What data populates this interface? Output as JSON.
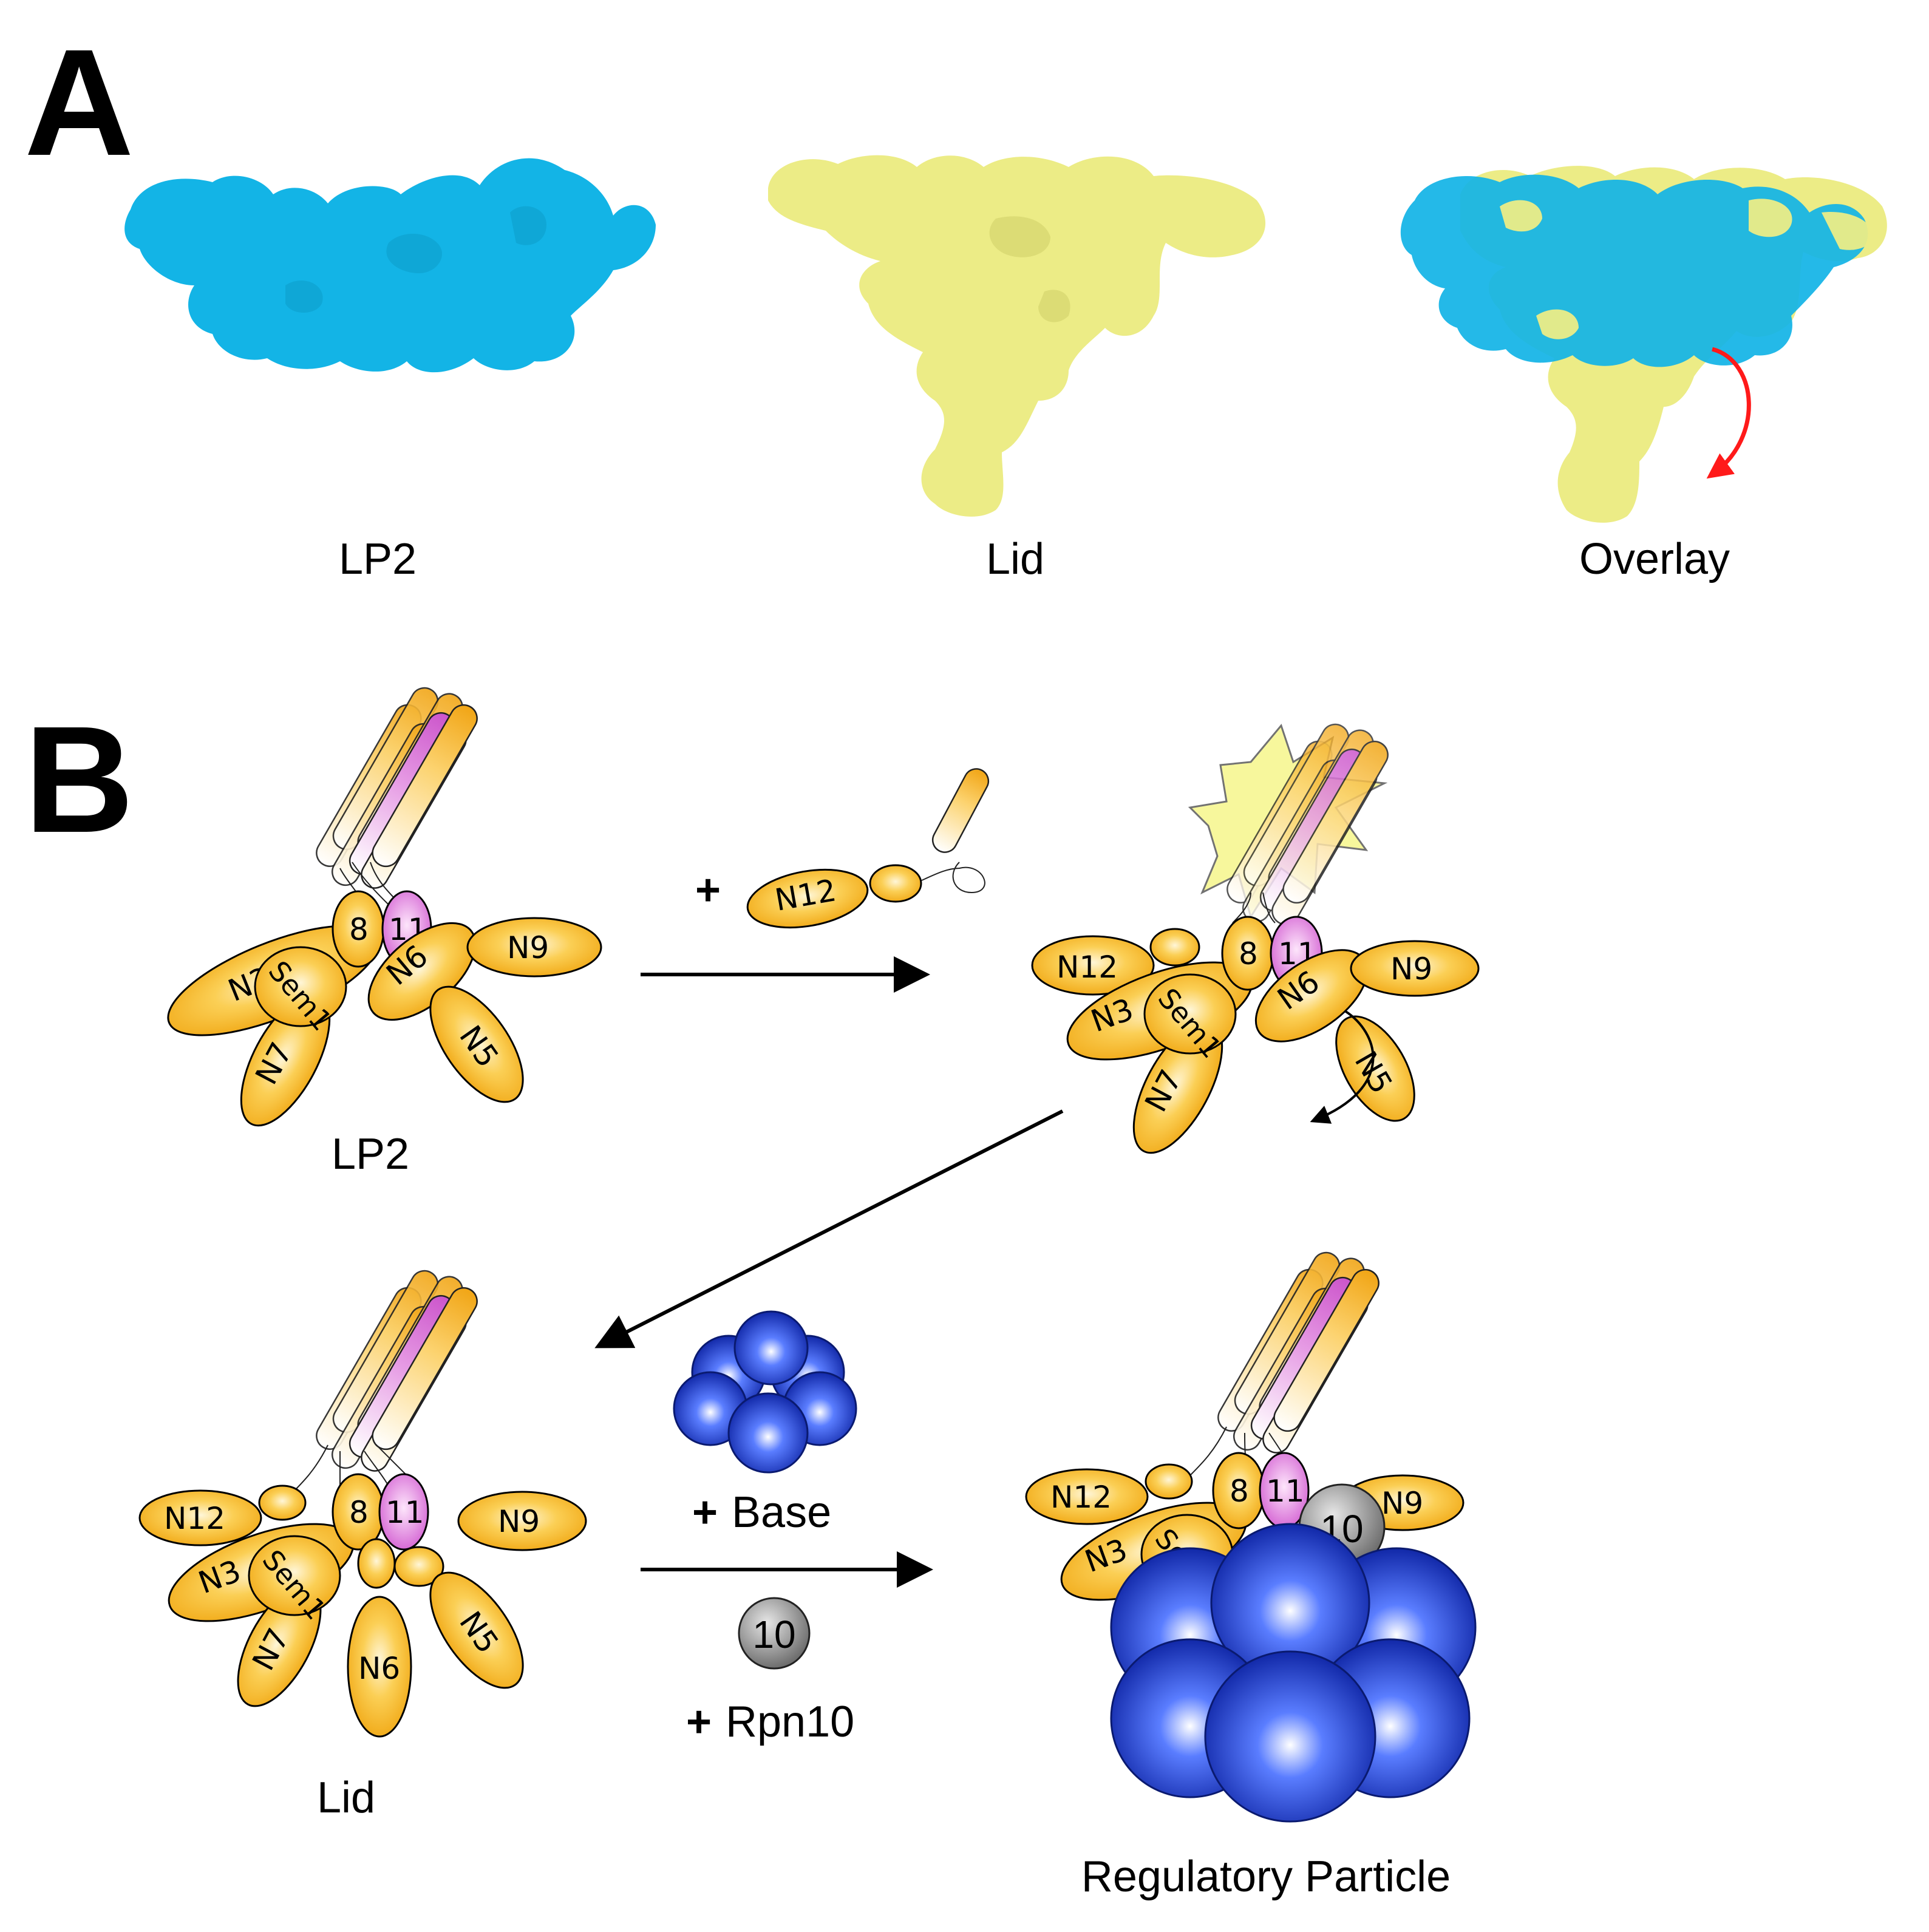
{
  "panels": {
    "A": {
      "letter": "A",
      "captions": [
        "LP2",
        "Lid",
        "Overlay"
      ]
    },
    "B": {
      "letter": "B",
      "lp2": {
        "caption": "LP2",
        "subunits": [
          "N3",
          "N7",
          "Sem1",
          "8",
          "11",
          "N6",
          "N9",
          "N5"
        ]
      },
      "added_rpn12": {
        "plus": "+",
        "label": "N12"
      },
      "intermediate": {
        "subunits": [
          "N12",
          "N3",
          "N7",
          "Sem1",
          "8",
          "11",
          "N6",
          "N9",
          "N5"
        ]
      },
      "lid": {
        "caption": "Lid",
        "subunits": [
          "N12",
          "N3",
          "N7",
          "Sem1",
          "8",
          "11",
          "N6",
          "N9",
          "N5"
        ]
      },
      "reagents": {
        "base": {
          "plus": "+",
          "label": "Base"
        },
        "rpn10": {
          "plus": "+",
          "label": "Rpn10",
          "ball": "10"
        }
      },
      "regulatory_particle": {
        "caption": "Regulatory Particle",
        "subunits": [
          "N12",
          "N3",
          "Sem1",
          "8",
          "11",
          "N9",
          "10"
        ]
      }
    }
  },
  "colors": {
    "lp2_density": "#13b4e6",
    "lid_density": "#ecec86",
    "rotation_arrow": "#ff1a1a",
    "subunit_orange": "#f5b21c",
    "subunit_pink": "#e27be0",
    "base_blue": "#1f3fc4",
    "rpn10_gray": "#8a8a8a"
  }
}
